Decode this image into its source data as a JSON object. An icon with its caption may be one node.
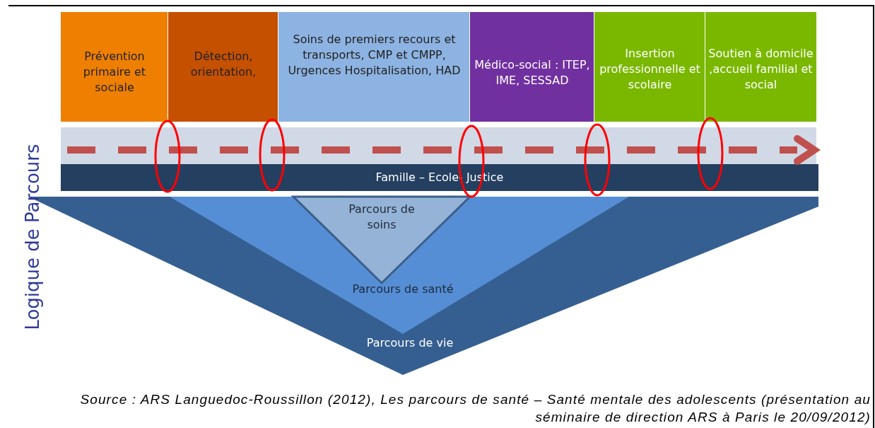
{
  "diagram": {
    "caption": "Source : ARS Languedoc-Roussillon (2012), Les parcours de santé – Santé mentale des adolescents (présentation au séminaire de direction ARS à Paris le 20/09/2012)",
    "nodes": [
      {
        "text": [
          "Prévention primaire et sociale"
        ]
      },
      {
        "text": [
          "Détection, orientation,"
        ]
      },
      {
        "text": [
          "Soins de premiers recours et transports, CMP et CMPP, Urgences Hospitalisation, HAD"
        ]
      },
      {
        "text": [
          "Médico-social : ITEP, IME, SESSAD"
        ]
      },
      {
        "text": [
          "Insertion professionnelle et scolaire"
        ]
      },
      {
        "text": [
          "Soutien à domicile ,accueil familial et social"
        ]
      },
      {
        "text": [
          "Famille – Ecole- Justice"
        ]
      },
      {
        "text": [
          "Parcours de vie"
        ]
      },
      {
        "text": [
          "Parcours de santé"
        ],
        "in": 7
      },
      {
        "text": [
          "Parcours de soins"
        ],
        "in": 8
      }
    ],
    "edges": [],
    "labels": [
      "Logique de Parcours"
    ]
  }
}
